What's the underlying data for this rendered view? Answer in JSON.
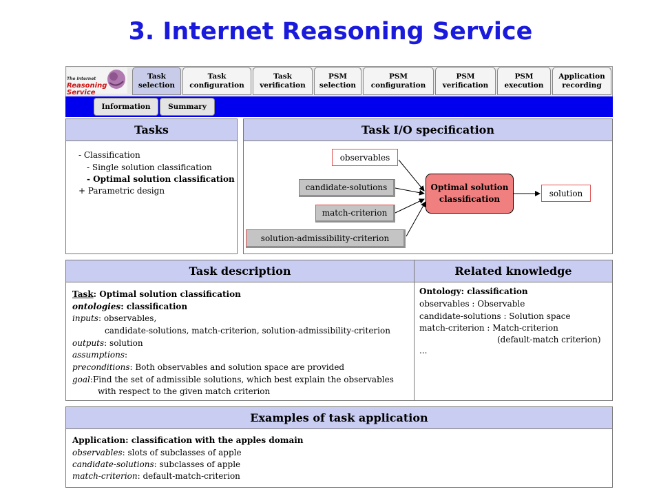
{
  "slide_title": "3. Internet Reasoning Service",
  "logo": {
    "line1": "The Internet",
    "line2": "Reasoning",
    "line3": "Service"
  },
  "tabs": [
    {
      "label": "Task\nselection",
      "active": true
    },
    {
      "label": "Task\nconfiguration",
      "active": false
    },
    {
      "label": "Task\nverification",
      "active": false
    },
    {
      "label": "PSM\nselection",
      "active": false
    },
    {
      "label": "PSM\nconfiguration",
      "active": false
    },
    {
      "label": "PSM\nverification",
      "active": false
    },
    {
      "label": "PSM\nexecution",
      "active": false
    },
    {
      "label": "Application\nrecording",
      "active": false
    }
  ],
  "subtabs": [
    "Information",
    "Summary"
  ],
  "tasks_panel": {
    "title": "Tasks",
    "items": [
      "- Classification",
      "- Single solution classification",
      "- Optimal solution classification",
      "+ Parametric design"
    ]
  },
  "io_panel": {
    "title": "Task I/O specification",
    "inputs": [
      "observables",
      "candidate-solutions",
      "match-criterion",
      "solution-admissibility-criterion"
    ],
    "center": "Optimal solution\nclassification",
    "output": "solution"
  },
  "description_panel": {
    "title": "Task description",
    "task_label": "Task",
    "task_value": ": Optimal solution classification",
    "ontologies_label": "ontologies",
    "ontologies_value": ": classification",
    "inputs_label": "inputs",
    "inputs_value": ": observables,",
    "inputs_cont": "candidate-solutions, match-criterion, solution-admissibility-criterion",
    "outputs_label": "outputs",
    "outputs_value": ": solution",
    "assumptions_label": "assumptions",
    "assumptions_value": ":",
    "preconditions_label": "preconditions",
    "preconditions_value": ": Both observables and  solution space are provided",
    "goal_label": "goal",
    "goal_value": ":Find the set of admissible solutions, which best explain the observables",
    "goal_cont": "with respect to the given match criterion"
  },
  "related_panel": {
    "title": "Related knowledge",
    "heading": "Ontology: classification",
    "lines": [
      "observables : Observable",
      "candidate-solutions : Solution space",
      "match-criterion : Match-criterion",
      "(default-match criterion)",
      "..."
    ]
  },
  "examples_panel": {
    "title": "Examples of task application",
    "heading": "Application: classification with the apples domain",
    "observables_label": "observables",
    "observables_value": ": slots of subclasses of apple",
    "candidates_label": "candidate-solutions",
    "candidates_value": ": subclasses of apple",
    "match_label": "match-criterion",
    "match_value": ": default-match-criterion"
  },
  "colors": {
    "title": "#1a1adc",
    "band": "#0000ee",
    "panel_header": "#c9cdf2",
    "center_box": "#f08080",
    "box_border": "#e05050"
  }
}
